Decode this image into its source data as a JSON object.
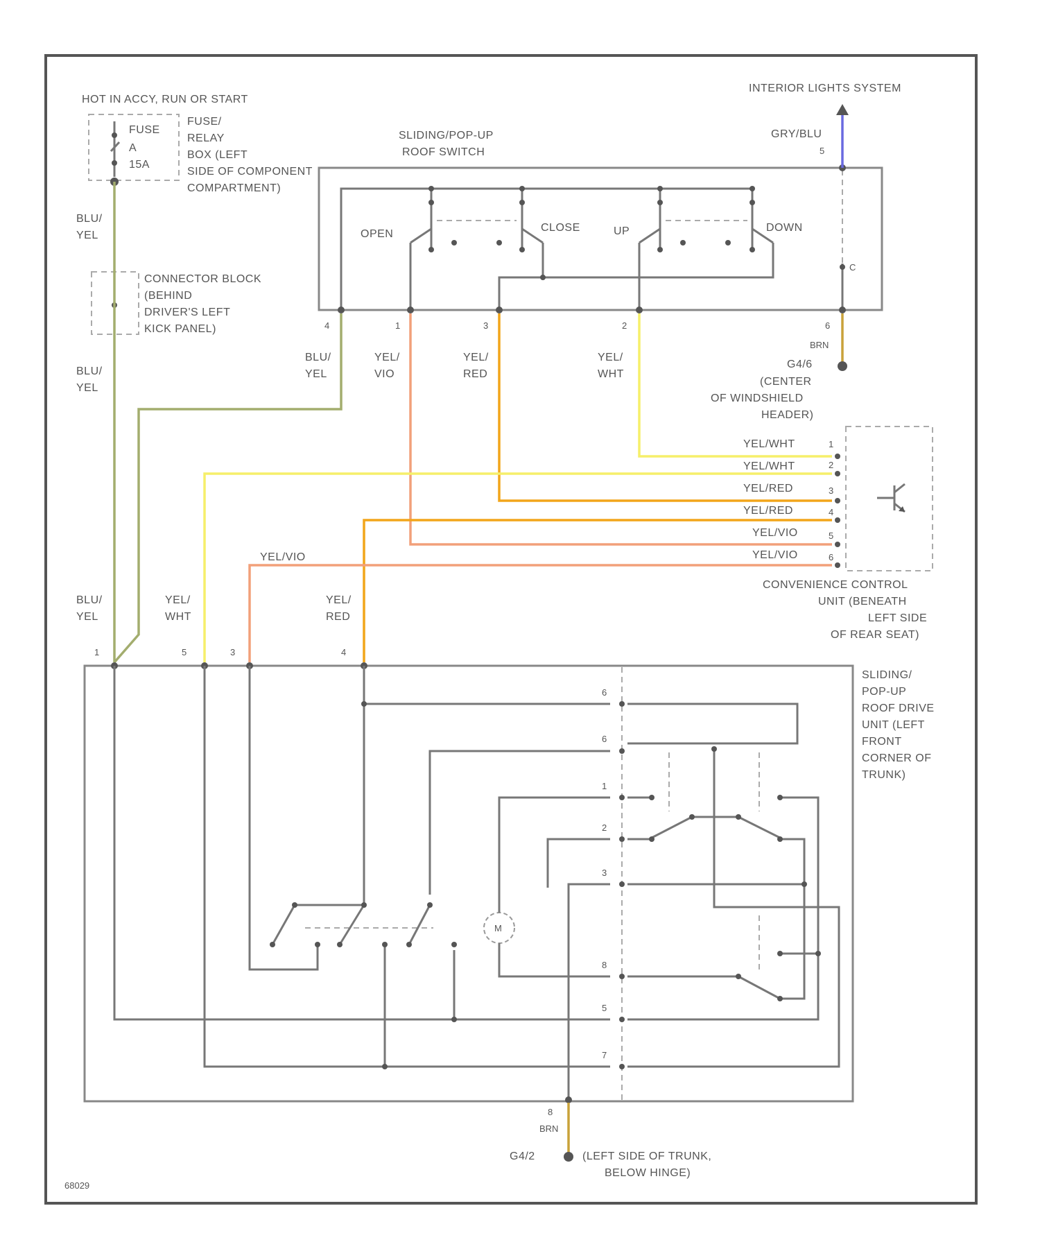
{
  "colors": {
    "blu_yel": "#a3ad6e",
    "yel_vio": "#f2a07a",
    "yel_red": "#f2a51a",
    "yel_wht": "#f6ef6a",
    "gry_blu": "#6a6ae0",
    "brn": "#c9a23a",
    "line": "#777777",
    "frame": "#555555"
  },
  "labels": {
    "hot": "HOT IN ACCY, RUN OR START",
    "fuse": [
      "FUSE",
      "A",
      "15A"
    ],
    "fuse_relay": [
      "FUSE/",
      "RELAY",
      "BOX (LEFT",
      "SIDE OF COMPONENT",
      "COMPARTMENT)"
    ],
    "connector_block": [
      "CONNECTOR BLOCK",
      "(BEHIND",
      "DRIVER'S LEFT",
      "KICK PANEL)"
    ],
    "roof_switch": [
      "SLIDING/POP-UP",
      "ROOF SWITCH"
    ],
    "interior_lights": "INTERIOR LIGHTS SYSTEM",
    "gry_blu": "GRY/BLU",
    "sw_open": "OPEN",
    "sw_close": "CLOSE",
    "sw_up": "UP",
    "sw_down": "DOWN",
    "brn": "BRN",
    "g_center": "G4/6",
    "g_center_desc": [
      "(CENTER",
      "OF WINDSHIELD",
      "HEADER)"
    ],
    "wire_blu_yel": [
      "BLU/",
      "YEL"
    ],
    "wire_yel_vio": [
      "YEL/",
      "VIO"
    ],
    "wire_yel_red": [
      "YEL/",
      "RED"
    ],
    "wire_yel_wht": [
      "YEL/",
      "WHT"
    ],
    "ccu_wires": [
      "YEL/WHT",
      "YEL/WHT",
      "YEL/RED",
      "YEL/RED",
      "YEL/VIO",
      "YEL/VIO"
    ],
    "yel_vio_inline": "YEL/VIO",
    "ccu": [
      "CONVENIENCE CONTROL",
      "UNIT (BENEATH",
      "LEFT SIDE",
      "OF REAR SEAT)"
    ],
    "drive_unit": [
      "SLIDING/",
      "POP-UP",
      "ROOF DRIVE",
      "UNIT (LEFT",
      "FRONT",
      "CORNER OF",
      "TRUNK)"
    ],
    "motor": "M",
    "g_trunk": "G4/2",
    "g_trunk_desc": [
      "(LEFT SIDE OF TRUNK,",
      "BELOW HINGE)"
    ],
    "fig": "68029"
  },
  "pins": {
    "switch": [
      "4",
      "1",
      "3",
      "2",
      "6"
    ],
    "switch_top": "5",
    "switch_inner": "C",
    "ccu": [
      "1",
      "2",
      "3",
      "4",
      "5",
      "6"
    ],
    "drive_top": [
      "1",
      "5",
      "3",
      "4"
    ],
    "drive_right": [
      "6",
      "6",
      "1",
      "2",
      "3",
      "8",
      "5",
      "7"
    ],
    "ground": "8"
  }
}
